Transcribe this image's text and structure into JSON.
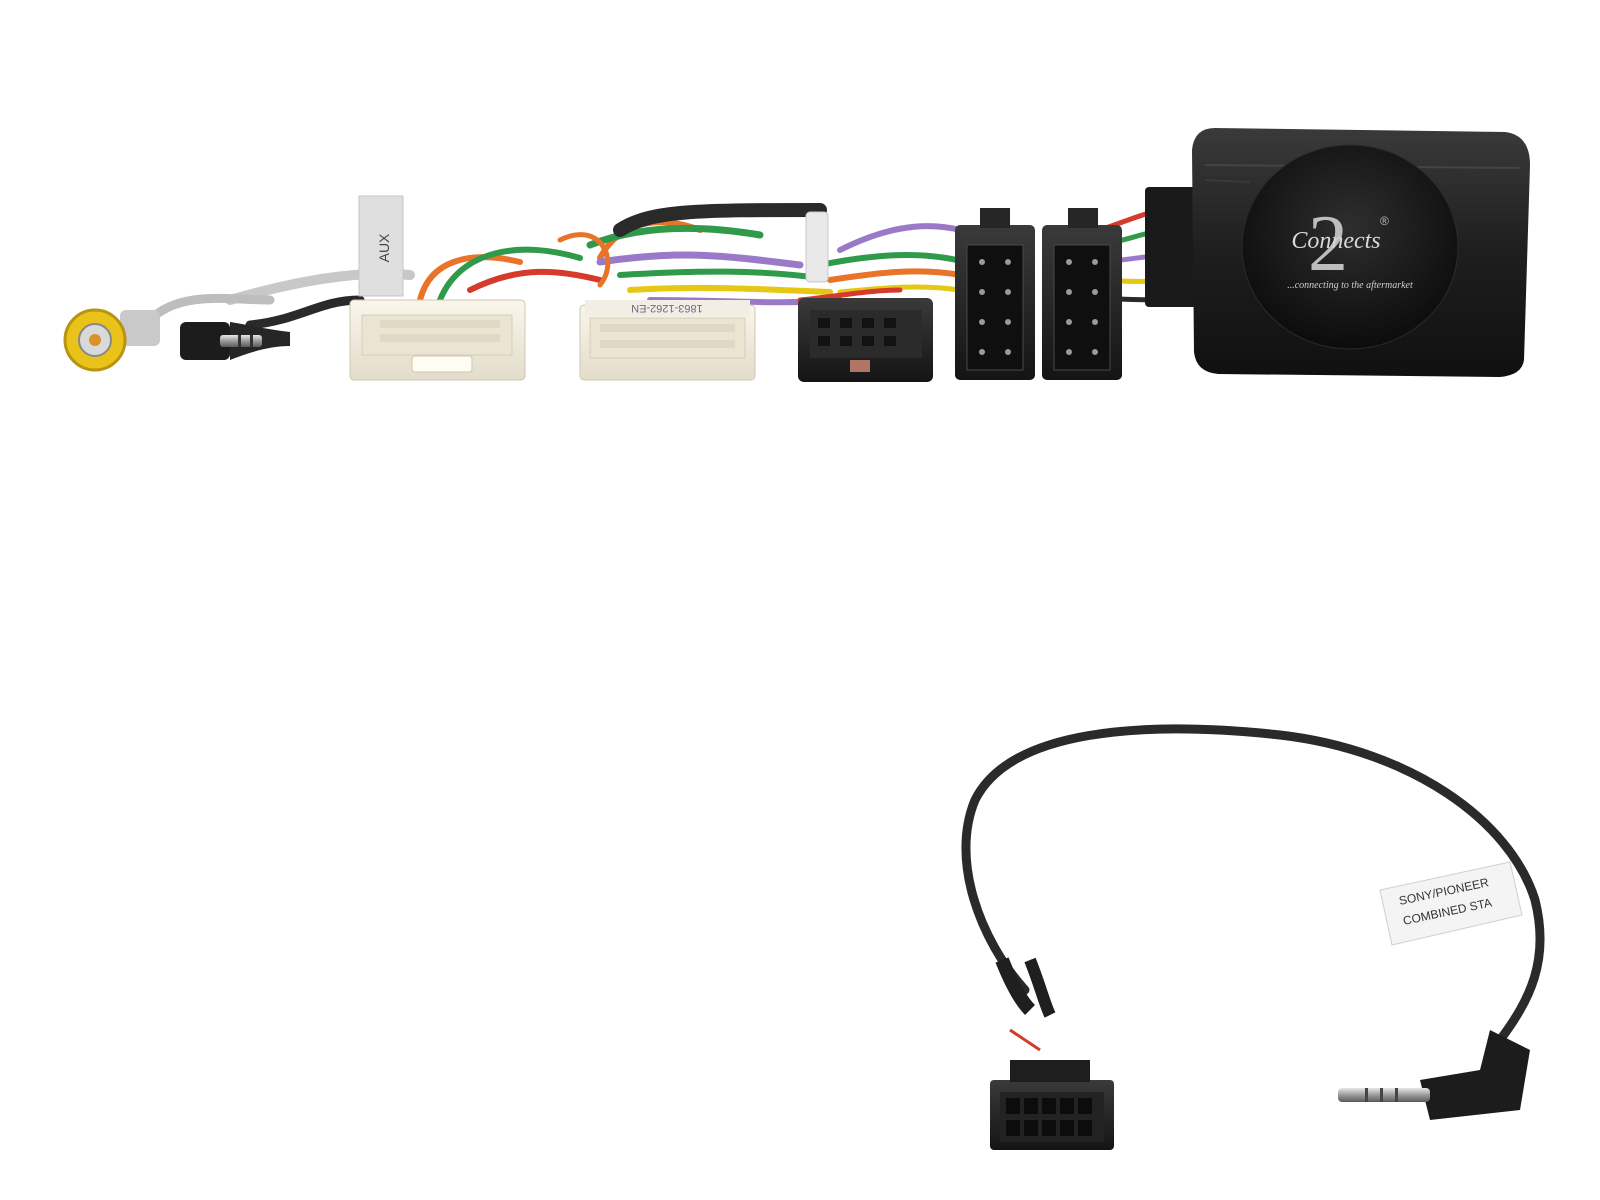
{
  "product": {
    "brand_logo_text": "Connects",
    "brand_logo_number": "2",
    "brand_registered_mark": "®",
    "tagline": "...connecting to the aftermarket"
  },
  "labels": {
    "aux_flag": "AUX",
    "connector_label_a": "1863-1262-EN",
    "lead_label_line1": "SONY/PIONEER",
    "lead_label_line2": "COMBINED STA"
  },
  "colors": {
    "background": "#ffffff",
    "interface_box": "#1b1b1b",
    "white_connector": "#f1ece0",
    "black_connector": "#1f1f1f",
    "rca_yellow": "#e9c21a",
    "wire_orange": "#e8742a",
    "wire_green": "#2f9a4a",
    "wire_purple": "#9a7ac8",
    "wire_red": "#d63a2a",
    "wire_yellow": "#e6c814",
    "cable_black": "#2a2a2a"
  }
}
